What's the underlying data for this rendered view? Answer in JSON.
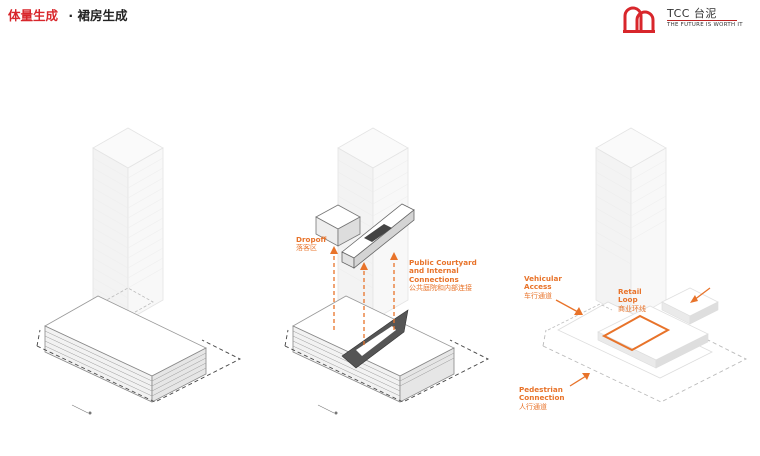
{
  "header": {
    "title_main": "体量生成",
    "title_separator": "·",
    "title_sub": "裙房生成"
  },
  "logo": {
    "name": "TCC 台泥",
    "tagline": "THE FUTURE IS WORTH IT",
    "color": "#d8262b"
  },
  "colors": {
    "accent": "#e8732a",
    "title_red": "#d8262b"
  },
  "panel2": {
    "dropoff_en": "Dropoff",
    "dropoff_cn": "落客区",
    "courtyard_en_1": "Public Courtyard",
    "courtyard_en_2": "and Internal",
    "courtyard_en_3": "Connections",
    "courtyard_cn": "公共庭院和内部连接"
  },
  "panel3": {
    "vehicular_en_1": "Vehicular",
    "vehicular_en_2": "Access",
    "vehicular_cn": "车行通道",
    "retail_en_1": "Retail",
    "retail_en_2": "Loop",
    "retail_cn": "商业环线",
    "pedestrian_en_1": "Pedestrian",
    "pedestrian_en_2": "Connection",
    "pedestrian_cn": "人行通道"
  }
}
